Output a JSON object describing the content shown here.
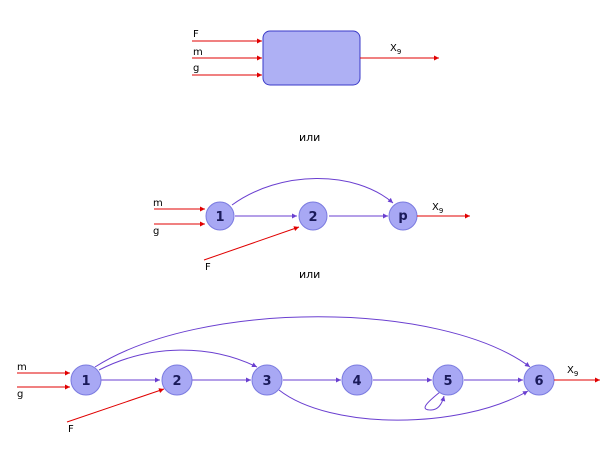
{
  "diagram1": {
    "inputs": [
      "F",
      "m",
      "g"
    ],
    "output": {
      "base": "X",
      "sub": "9"
    }
  },
  "separator1": "или",
  "diagram2": {
    "inputs": [
      "m",
      "g",
      "F"
    ],
    "nodes": [
      "1",
      "2",
      "p"
    ],
    "output": {
      "base": "X",
      "sub": "9"
    }
  },
  "separator2": "или",
  "diagram3": {
    "inputs": [
      "m",
      "g",
      "F"
    ],
    "nodes": [
      "1",
      "2",
      "3",
      "4",
      "5",
      "6"
    ],
    "output": {
      "base": "X",
      "sub": "9"
    }
  },
  "colors": {
    "input_arrow": "#e00000",
    "edge": "#6a3fd0",
    "node_fill": "#a8a8f4",
    "node_stroke": "#7b7be0",
    "block_fill": "#aeb0f4",
    "block_stroke": "#3a3ac8"
  }
}
